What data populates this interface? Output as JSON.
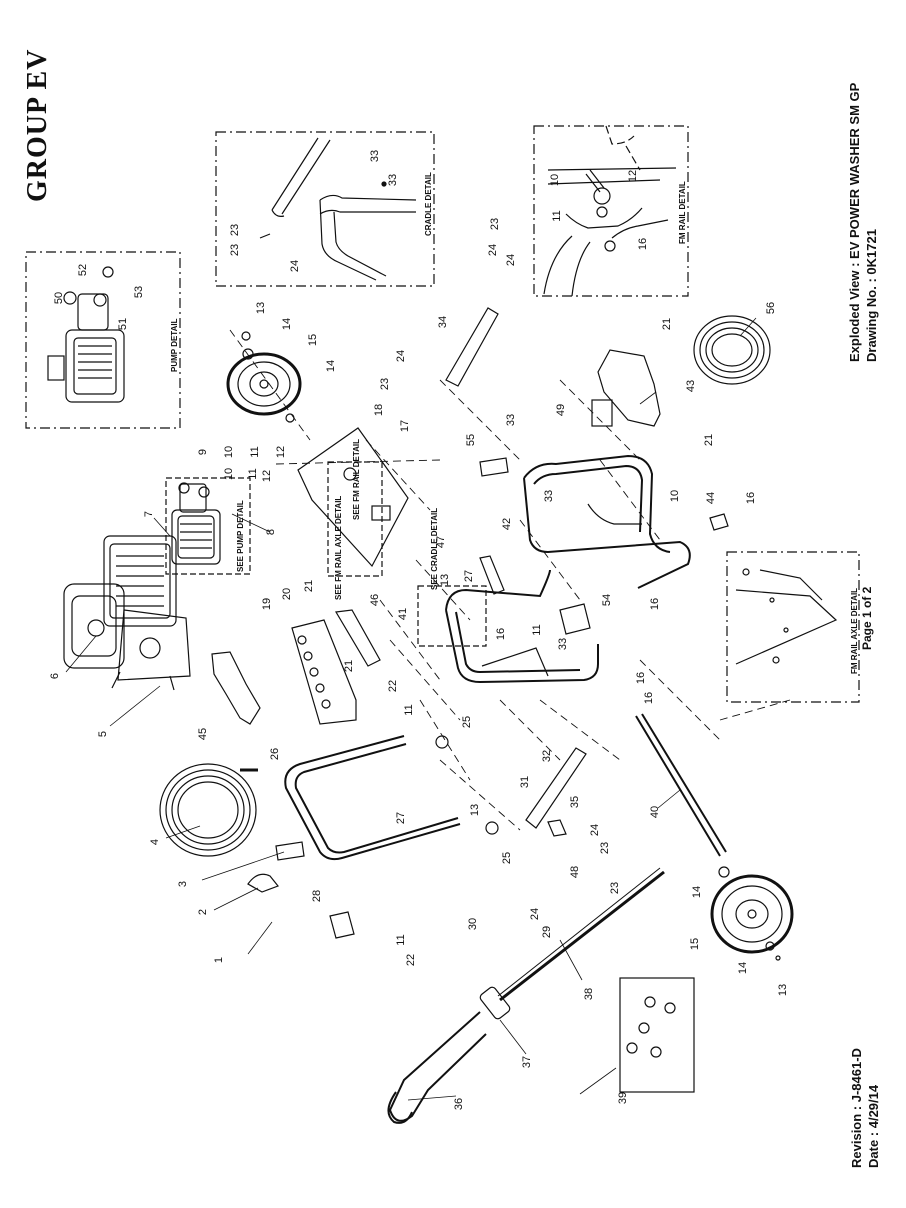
{
  "header": {
    "group_title": "GROUP EV"
  },
  "title_block": {
    "line1": "Exploded View : EV POWER WASHER SM GP",
    "line2": "Drawing No. : 0K1721"
  },
  "revision_block": {
    "line1": "Revision : J-8461-D",
    "line2": "Date : 4/29/14"
  },
  "page": {
    "label": "Page 1 of 2"
  },
  "details": {
    "pump": "PUMP DETAIL",
    "cradle": "CRADLE DETAIL",
    "fm_rail": "FM RAIL DETAIL",
    "fm_rail_axle": "FM RAIL AXLE DETAIL",
    "see_pump": "SEE PUMP DETAIL",
    "see_fm_rail": "SEE FM RAIL DETAIL",
    "see_fm_rail_axle": "SEE FM RAIL AXLE DETAIL",
    "see_cradle": "SEE CRADLE DETAIL"
  },
  "callouts": [
    {
      "label": "1"
    },
    {
      "label": "2"
    },
    {
      "label": "3"
    },
    {
      "label": "4"
    },
    {
      "label": "5"
    },
    {
      "label": "6"
    },
    {
      "label": "7"
    },
    {
      "label": "8"
    },
    {
      "label": "9"
    },
    {
      "label": "10"
    },
    {
      "label": "11"
    },
    {
      "label": "12"
    },
    {
      "label": "13"
    },
    {
      "label": "14"
    },
    {
      "label": "15"
    },
    {
      "label": "14"
    },
    {
      "label": "16"
    },
    {
      "label": "17"
    },
    {
      "label": "18"
    },
    {
      "label": "19"
    },
    {
      "label": "20"
    },
    {
      "label": "21"
    },
    {
      "label": "21"
    },
    {
      "label": "22"
    },
    {
      "label": "11"
    },
    {
      "label": "23"
    },
    {
      "label": "24"
    },
    {
      "label": "25"
    },
    {
      "label": "25"
    },
    {
      "label": "26"
    },
    {
      "label": "27"
    },
    {
      "label": "27"
    },
    {
      "label": "28"
    },
    {
      "label": "29"
    },
    {
      "label": "30"
    },
    {
      "label": "31"
    },
    {
      "label": "32"
    },
    {
      "label": "33"
    },
    {
      "label": "33"
    },
    {
      "label": "33"
    },
    {
      "label": "33"
    },
    {
      "label": "34"
    },
    {
      "label": "35"
    },
    {
      "label": "36"
    },
    {
      "label": "37"
    },
    {
      "label": "38"
    },
    {
      "label": "39"
    },
    {
      "label": "40"
    },
    {
      "label": "41"
    },
    {
      "label": "42"
    },
    {
      "label": "43"
    },
    {
      "label": "44"
    },
    {
      "label": "45"
    },
    {
      "label": "46"
    },
    {
      "label": "47"
    },
    {
      "label": "48"
    },
    {
      "label": "49"
    },
    {
      "label": "50"
    },
    {
      "label": "51"
    },
    {
      "label": "52"
    },
    {
      "label": "53"
    },
    {
      "label": "54"
    },
    {
      "label": "55"
    },
    {
      "label": "56"
    },
    {
      "label": "16"
    },
    {
      "label": "16"
    },
    {
      "label": "16"
    },
    {
      "label": "10"
    },
    {
      "label": "21"
    },
    {
      "label": "21"
    },
    {
      "label": "13"
    },
    {
      "label": "14"
    },
    {
      "label": "15"
    },
    {
      "label": "14"
    },
    {
      "label": "13"
    },
    {
      "label": "23"
    },
    {
      "label": "24"
    },
    {
      "label": "23"
    },
    {
      "label": "24"
    },
    {
      "label": "24"
    },
    {
      "label": "23"
    },
    {
      "label": "11"
    },
    {
      "label": "22"
    },
    {
      "label": "11"
    },
    {
      "label": "13"
    },
    {
      "label": "16"
    },
    {
      "label": "12"
    },
    {
      "label": "11"
    },
    {
      "label": "10"
    },
    {
      "label": "33"
    },
    {
      "label": "23"
    },
    {
      "label": "24"
    },
    {
      "label": "10"
    },
    {
      "label": "11"
    },
    {
      "label": "12"
    },
    {
      "label": "16"
    },
    {
      "label": "24"
    },
    {
      "label": "23"
    }
  ]
}
